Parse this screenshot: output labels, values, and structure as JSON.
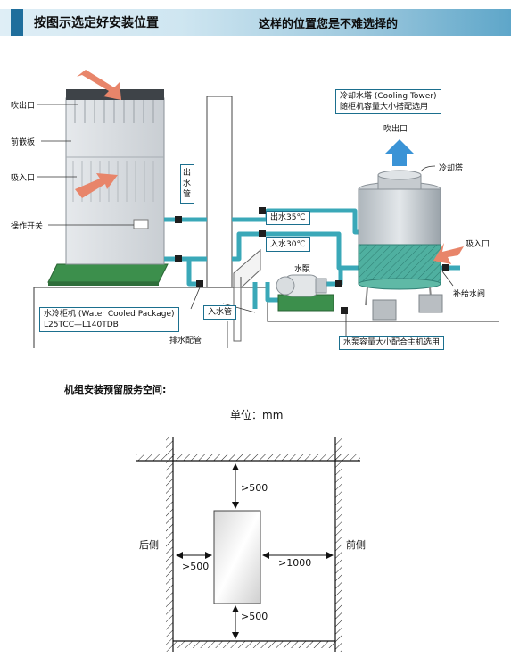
{
  "banner": {
    "title_left": "按图示选定好安装位置",
    "title_right": "这样的位置您是不难选择的"
  },
  "top_diagram": {
    "left_labels": {
      "outlet": "吹出口",
      "front_panel": "前嵌板",
      "inlet": "吸入口",
      "switch": "操作开关"
    },
    "pipe_out_label": "出水管",
    "pipe_in_label": "入水管",
    "drain_label": "排水配管",
    "water_out_temp": "出水35℃",
    "water_in_temp": "入水30℃",
    "pump_label": "水泵",
    "tower_title_line1": "冷却水塔 (Cooling Tower)",
    "tower_title_line2": "随柜机容量大小搭配选用",
    "tower_outlet": "吹出口",
    "tower_label": "冷却塔",
    "tower_inlet": "吸入口",
    "makeup_valve": "补给水阀",
    "unit_box_line1": "水冷柜机 (Water Cooled Package)",
    "unit_box_line2": "L25TCC—L140TDB",
    "pump_note": "水泵容量大小配合主机选用"
  },
  "bottom_diagram": {
    "caption": "机组安装预留服务空间:",
    "unit": "单位：mm",
    "top_clearance": ">500",
    "bottom_clearance": ">500",
    "left_clearance": ">500",
    "right_clearance": ">1000",
    "back_side": "后侧",
    "front_side": "前侧"
  },
  "colors": {
    "banner_bar": "#1f6e9c",
    "pipe": "#3aa8b8",
    "arrow_red": "#e8856a",
    "arrow_blue": "#3a93d6",
    "label_box_border": "#1b6f8e"
  }
}
